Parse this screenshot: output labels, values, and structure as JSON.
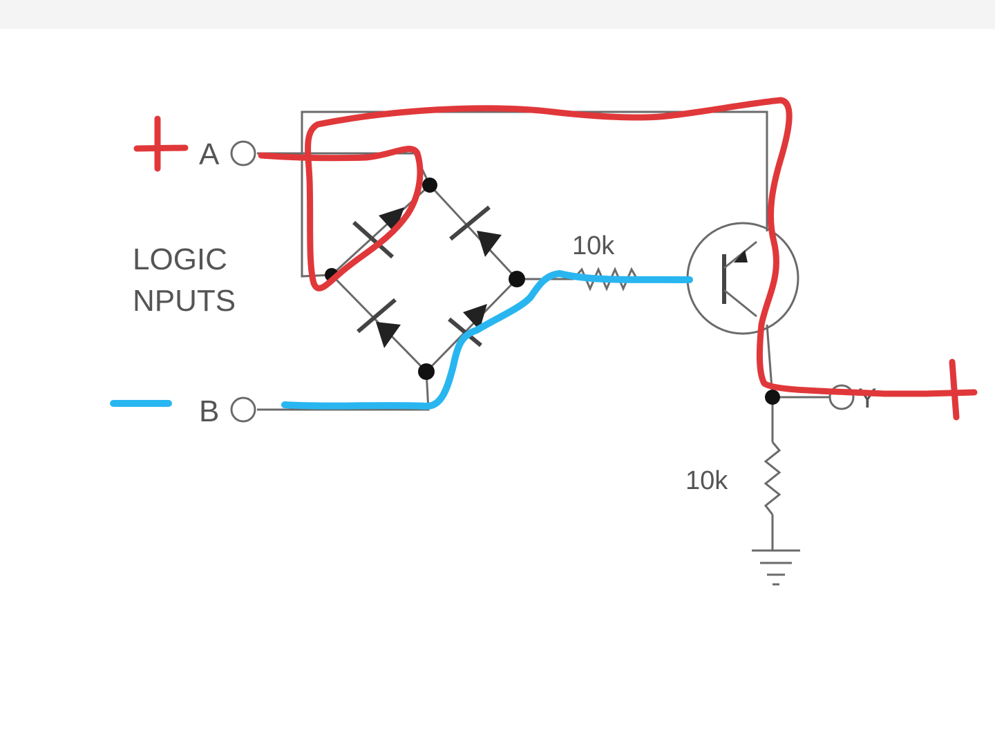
{
  "labels": {
    "input_a": "A",
    "input_b": "B",
    "logic_line1": "LOGIC",
    "logic_line2": "NPUTS",
    "resistor_base": "10k",
    "resistor_emitter": "10k",
    "output_y": "Y"
  },
  "annotations": {
    "plus_a": "+",
    "plus_y": "+",
    "minus_b": "−"
  },
  "colors": {
    "annotation_red": "#e0383a",
    "annotation_blue": "#29b6f0",
    "wire": "#6a6a6a"
  }
}
